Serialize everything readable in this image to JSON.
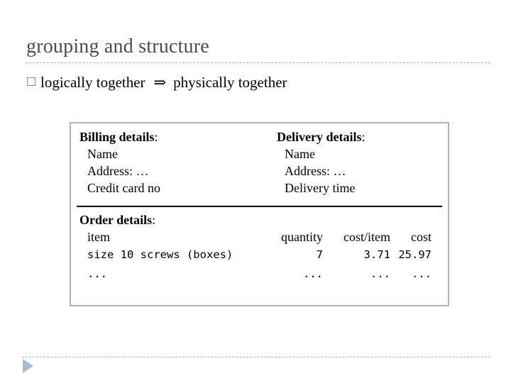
{
  "slide": {
    "title": "grouping and structure",
    "accent_color": "#a3b6c6",
    "title_color": "#4a4a56",
    "rule_color": "#9fb0c1"
  },
  "bullet": {
    "marker": "hollow-square",
    "left_text": "logically together",
    "arrow": "⇒",
    "right_text": "physically together"
  },
  "panel": {
    "billing": {
      "heading": "Billing details",
      "heading_colon": ":",
      "items": [
        "Name",
        "Address: …",
        "Credit card no"
      ]
    },
    "delivery": {
      "heading": "Delivery details",
      "heading_colon": ":",
      "items": [
        "Name",
        "Address: …",
        "Delivery time"
      ]
    },
    "order": {
      "heading": "Order details",
      "heading_colon": ":",
      "columns": [
        "item",
        "quantity",
        "cost/item",
        "cost"
      ],
      "rows": [
        [
          "size 10 screws (boxes)",
          "7",
          "3.71",
          "25.97"
        ],
        [
          "...",
          "...",
          "...",
          "..."
        ]
      ]
    }
  },
  "footer": {
    "nav_icon": "play-triangle-icon"
  }
}
